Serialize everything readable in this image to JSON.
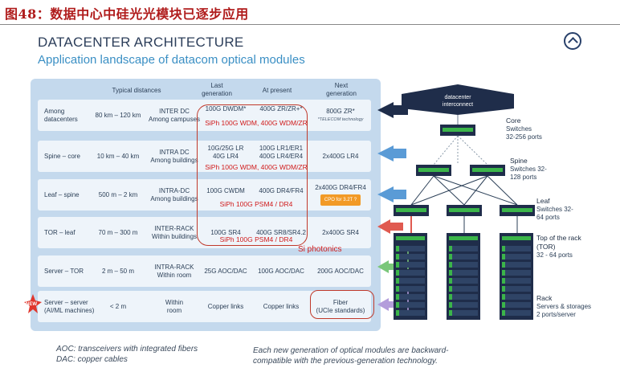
{
  "figure_title": "图48：数据中心中硅光光模块已逐步应用",
  "header": {
    "title": "DATACENTER ARCHITECTURE",
    "subtitle": "Application landscape of datacom optical modules"
  },
  "columns": {
    "typical": "Typical distances",
    "last1": "Last",
    "last2": "generation",
    "present": "At present",
    "next1": "Next",
    "next2": "generation"
  },
  "rows": [
    {
      "name1": "Among",
      "name2": "datacenters",
      "dist": "80 km – 120 km",
      "scope1": "INTER DC",
      "scope2": "Among campuses",
      "last": "100G DWDM*",
      "present": "400G ZR/ZR+*",
      "siph": "SiPh 100G WDM, 400G WDM/ZR",
      "next1": "800G ZR*",
      "next2": "*TELECOM technology"
    },
    {
      "name1": "Spine – core",
      "name2": "",
      "dist": "10 km – 40 km",
      "scope1": "INTRA DC",
      "scope2": "Among buildings",
      "last": "10G/25G LR",
      "last_b": "40G LR4",
      "present": "100G LR1/ER1",
      "present_b": "400G LR4/ER4",
      "siph": "SiPh 100G WDM, 400G WDM/ZR",
      "next1": "2x400G LR4",
      "next2": ""
    },
    {
      "name1": "Leaf – spine",
      "name2": "",
      "dist": "500 m – 2 km",
      "scope1": "INTRA-DC",
      "scope2": "Among buildings",
      "last": "100G CWDM",
      "present": "400G DR4/FR4",
      "siph": "SiPh 100G PSM4 / DR4",
      "next1": "2x400G DR4/FR4",
      "next2": "CPO for 3.2T ?"
    },
    {
      "name1": "TOR – leaf",
      "name2": "",
      "dist": "70 m – 300 m",
      "scope1": "INTER-RACK",
      "scope2": "Within buildings",
      "last": "100G SR4",
      "present": "400G SR8/SR4.2",
      "siph": "SiPh 100G PSM4 / DR4",
      "next1": "2x400G SR4",
      "next2": ""
    },
    {
      "name1": "Server – TOR",
      "name2": "",
      "dist": "2 m – 50 m",
      "scope1": "INTRA-RACK",
      "scope2": "Within room",
      "last": "25G AOC/DAC",
      "present": "100G AOC/DAC",
      "next1": "200G AOC/DAC",
      "next2": ""
    },
    {
      "name1": "Server – server",
      "name2": "(AI/ML machines)",
      "dist": "< 2 m",
      "scope1": "Within",
      "scope2": "room",
      "last": "Copper links",
      "present": "Copper links",
      "next1": "Fiber",
      "next2": "(UCIe standards)"
    }
  ],
  "new_badge": "NEW",
  "si_photonics": "Si photonics",
  "network": {
    "cloud": "datacenter\ninterconnect",
    "core_title": "Core",
    "core_sub1": "Switches",
    "core_sub2": "32-256 ports",
    "spine_title": "Spine",
    "spine_sub1": "Switches 32-",
    "spine_sub2": "128 ports",
    "leaf_title": "Leaf",
    "leaf_sub1": "Switches 32-",
    "leaf_sub2": "64 ports",
    "tor_title1": "Top of the rack",
    "tor_title2": "(TOR)",
    "tor_sub": "32 - 64 ports",
    "rack_title": "Rack",
    "rack_sub1": "Servers & storages",
    "rack_sub2": "2 ports/server"
  },
  "footnotes": {
    "left1": "AOC: transceivers with integrated fibers",
    "left2": "DAC: copper cables",
    "right1": "Each new generation of optical modules are backward-",
    "right2": "compatible with the previous-generation technology."
  },
  "colors": {
    "accent": "#d01a1a",
    "panel": "#c4d9ed",
    "navy": "#1f2d4a",
    "switch_green": "#3bb54a"
  }
}
